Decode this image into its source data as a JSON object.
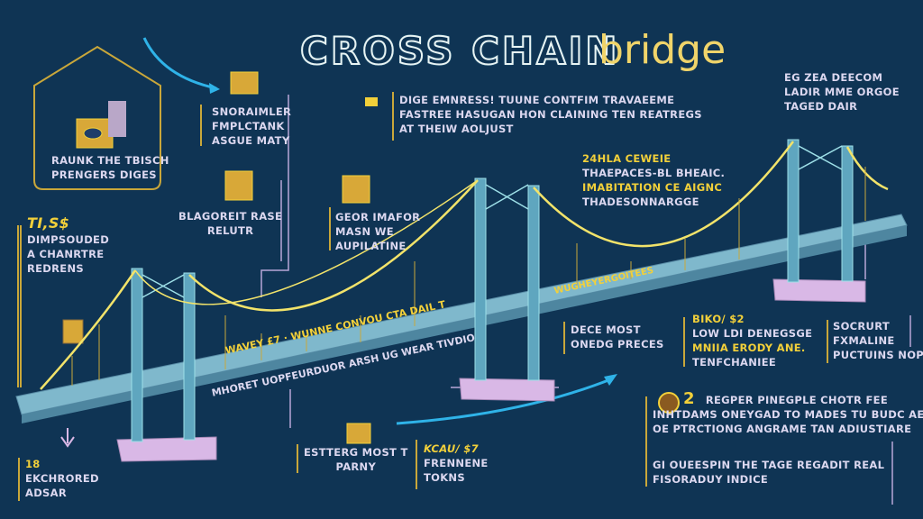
{
  "title": {
    "main": "CROSS CHAIN",
    "accent": "bridge"
  },
  "colors": {
    "background": "#0f3454",
    "cable": "#f2e36a",
    "deck": "#7fb8cc",
    "tower": "#5fa6bf",
    "base": "#d9b8e6",
    "accent_yellow": "#f2d03a",
    "arrow": "#2fb3e8"
  },
  "callouts": {
    "top_left_box": {
      "lines": [
        "RAUNK THE TBISCH",
        "PRENGERS DIGES"
      ]
    },
    "snoraimler": {
      "lines": [
        "SNORAIMLER",
        "FMPLCTANK",
        "ASGUE MATY"
      ]
    },
    "blagoreit": {
      "lines": [
        "BLAGOREIT RASE",
        "RELUTR"
      ]
    },
    "left_stat": {
      "value": "TI,S$",
      "lines": [
        "DIMPSOUDED",
        "A CHANRTRE",
        "REDRENS"
      ]
    },
    "geor": {
      "lines": [
        "GEOR IMAFOR",
        "MASN WE",
        "AUPILATINE"
      ]
    },
    "top_center": {
      "lines": [
        "DIGE EMNRESS! TUUNE CONTFIM TRAVAEEME",
        "FASTREE HASUGAN HON CLAINING TEN REATREGS",
        "AT THEIW AOLJUST"
      ]
    },
    "top_right": {
      "lines": [
        "EG ZEA DEECOM",
        "LADIR MME ORGOE",
        "TAGED DAIR"
      ]
    },
    "center_yellow": {
      "lines": [
        "24HLA CEWEIE",
        "THAEPACES-BL BHEAIC.",
        "IMABITATION CE AIGNC",
        "THADESONNARGGE"
      ]
    },
    "dece_most": {
      "lines": [
        "DECE MOST",
        "ONEDG PRECES"
      ]
    },
    "biko": {
      "value": "BIKO/ $2",
      "lines": [
        "LOW LDI DENEGSGE",
        "MNIIA ERODY ANE.",
        "TENFCHANIEE"
      ]
    },
    "socrurt": {
      "lines": [
        "SOCRURT",
        "FXMALINE",
        "PUCTUINS NOP"
      ]
    },
    "regper": {
      "value": "2",
      "lines": [
        "REGPER PINEGPLE CHOTR FEE",
        "INHTDAMS ONEYGAD TO MADES TU BUDC AERS",
        "OE PTRCTIONG ANGRAME TAN ADIUSTIARE"
      ]
    },
    "queespin": {
      "lines": [
        "GI OUEESPIN THE TAGE REGADIT REAL",
        "FISORADUY INDICE"
      ]
    },
    "bottom_left": {
      "value": "18",
      "lines": [
        "EKCHRORED",
        "ADSAR"
      ]
    },
    "estterg": {
      "lines": [
        "ESTTERG MOST T",
        "PARNY"
      ]
    },
    "kcau": {
      "value": "KCAU/ $7",
      "lines": [
        "FRENNENE",
        "TOKNS"
      ]
    }
  },
  "deck_labels": {
    "yellow": "WAVEY £7 · WUNNE CONVOU CTA DAIL T",
    "under": "MHORET UOPFEURDUOR ARSH UG WEAR TIVDIO",
    "right": "WUGHEYERGOITEES"
  }
}
